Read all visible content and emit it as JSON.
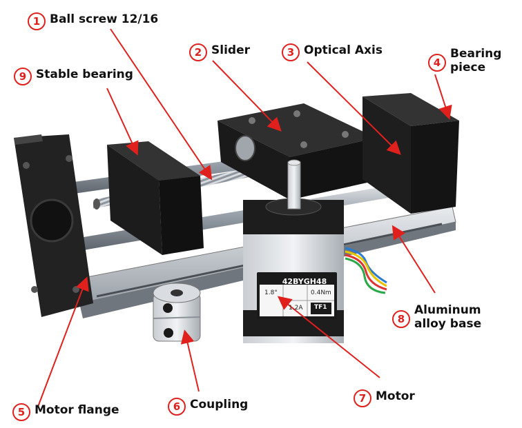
{
  "callouts": [
    {
      "num": "1",
      "label": "Ball screw 12/16"
    },
    {
      "num": "2",
      "label": "Slider"
    },
    {
      "num": "3",
      "label": "Optical Axis"
    },
    {
      "num": "4",
      "label_line1": "Bearing",
      "label_line2": "piece"
    },
    {
      "num": "5",
      "label": "Motor flange"
    },
    {
      "num": "6",
      "label": "Coupling"
    },
    {
      "num": "7",
      "label": "Motor"
    },
    {
      "num": "8",
      "label_line1": "Aluminum",
      "label_line2": "alloy base"
    },
    {
      "num": "9",
      "label": "Stable bearing"
    }
  ],
  "motor": {
    "model": "42BYGH48",
    "step_angle": "1.8°",
    "torque": "0.4Nm",
    "current": "1.2A",
    "brand": "TF1"
  },
  "colors": {
    "arrow": "#e0201c",
    "label": "#111111"
  }
}
